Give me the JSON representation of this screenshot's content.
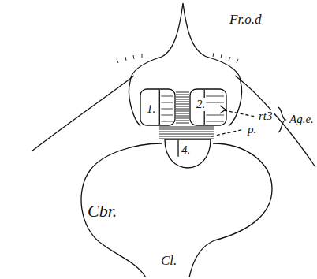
{
  "diagram": {
    "nodes": [
      {
        "text": [
          "1."
        ]
      },
      {
        "text": [
          "2."
        ]
      },
      {
        "text": [
          "4."
        ]
      }
    ],
    "labels": [
      "Fr.o.d",
      "rt3",
      "p.",
      "Ag.e.",
      "Cbr.",
      "Cl."
    ]
  }
}
